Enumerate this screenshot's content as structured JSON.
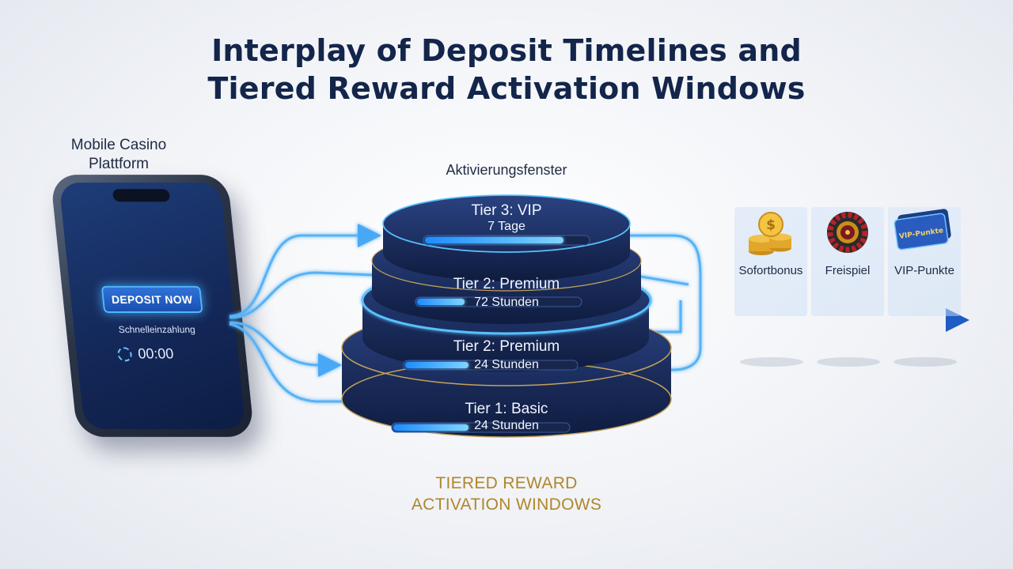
{
  "title": {
    "line1": "Interplay of Deposit Timelines and",
    "line2": "Tiered Reward Activation Windows"
  },
  "platform": {
    "label_line1": "Mobile Casino",
    "label_line2": "Plattform"
  },
  "phone": {
    "deposit_button": "DEPOSIT NOW",
    "quick_deposit": "Schnelleinzahlung",
    "timer": "00:00",
    "timer_icon": "clock-icon"
  },
  "activation_label": "Aktivierungsfenster",
  "tiers": [
    {
      "name": "Tier 3: VIP",
      "duration": "7 Tage"
    },
    {
      "name": "Tier 2: Premium",
      "duration": "72 Stunden"
    },
    {
      "name": "Tier 2: Premium",
      "duration": "24 Stunden"
    },
    {
      "name": "Tier 1: Basic",
      "duration": "24 Stunden"
    }
  ],
  "rewards": [
    {
      "label": "Sofortbonus",
      "icon": "coins-icon"
    },
    {
      "label": "Freispiel",
      "icon": "roulette-icon"
    },
    {
      "label": "VIP-Punkte",
      "icon": "vip-card-icon",
      "card_text": "VIP-Punkte"
    }
  ],
  "caption": {
    "line1": "TIERED REWARD",
    "line2": "ACTIVATION WINDOWS"
  },
  "colors": {
    "title": "#13254a",
    "tier_body": "#1a2a55",
    "glow": "#4fb6ff",
    "gold": "#b0862a",
    "arrow": "#2f6fd0"
  }
}
